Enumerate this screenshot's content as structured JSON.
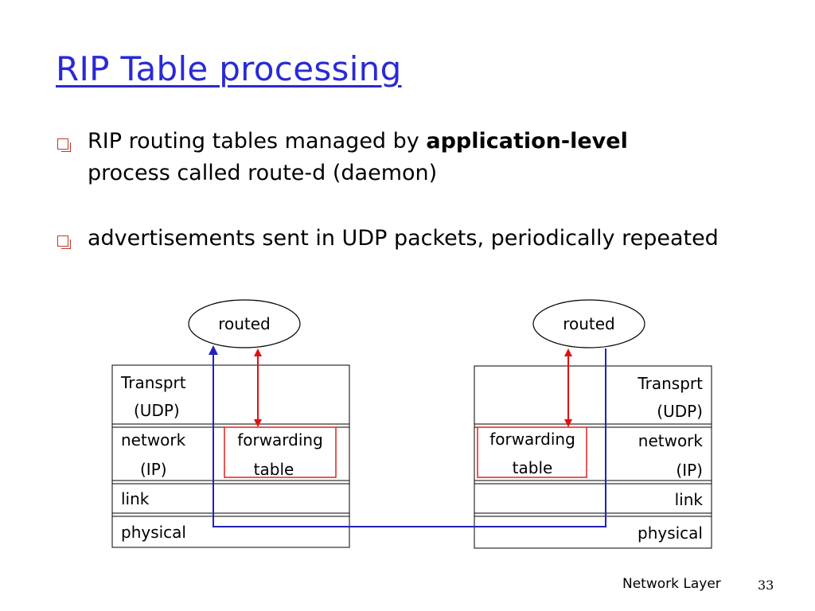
{
  "title": "RIP Table processing",
  "bullets": [
    {
      "text_before": "RIP routing tables managed by ",
      "bold": "application-level",
      "text_after": "process called route-d (daemon)"
    },
    {
      "text": "advertisements sent in UDP packets, periodically repeated"
    }
  ],
  "diagram": {
    "left": {
      "daemon": "routed",
      "transport": "Transprt",
      "transport_sub": "(UDP)",
      "network": "network",
      "network_sub": "(IP)",
      "fwd_line1": "forwarding",
      "fwd_line2": "table",
      "link": "link",
      "physical": "physical"
    },
    "right": {
      "daemon": "routed",
      "transport": "Transprt",
      "transport_sub": "(UDP)",
      "network": "network",
      "network_sub": "(IP)",
      "fwd_line1": "forwarding",
      "fwd_line2": "table",
      "link": "link",
      "physical": "physical"
    },
    "colors": {
      "blue_path": "#2222bb",
      "red_arrow": "#e01010",
      "fwd_box": "#e02020"
    }
  },
  "footer": {
    "label": "Network Layer",
    "page": "33"
  }
}
